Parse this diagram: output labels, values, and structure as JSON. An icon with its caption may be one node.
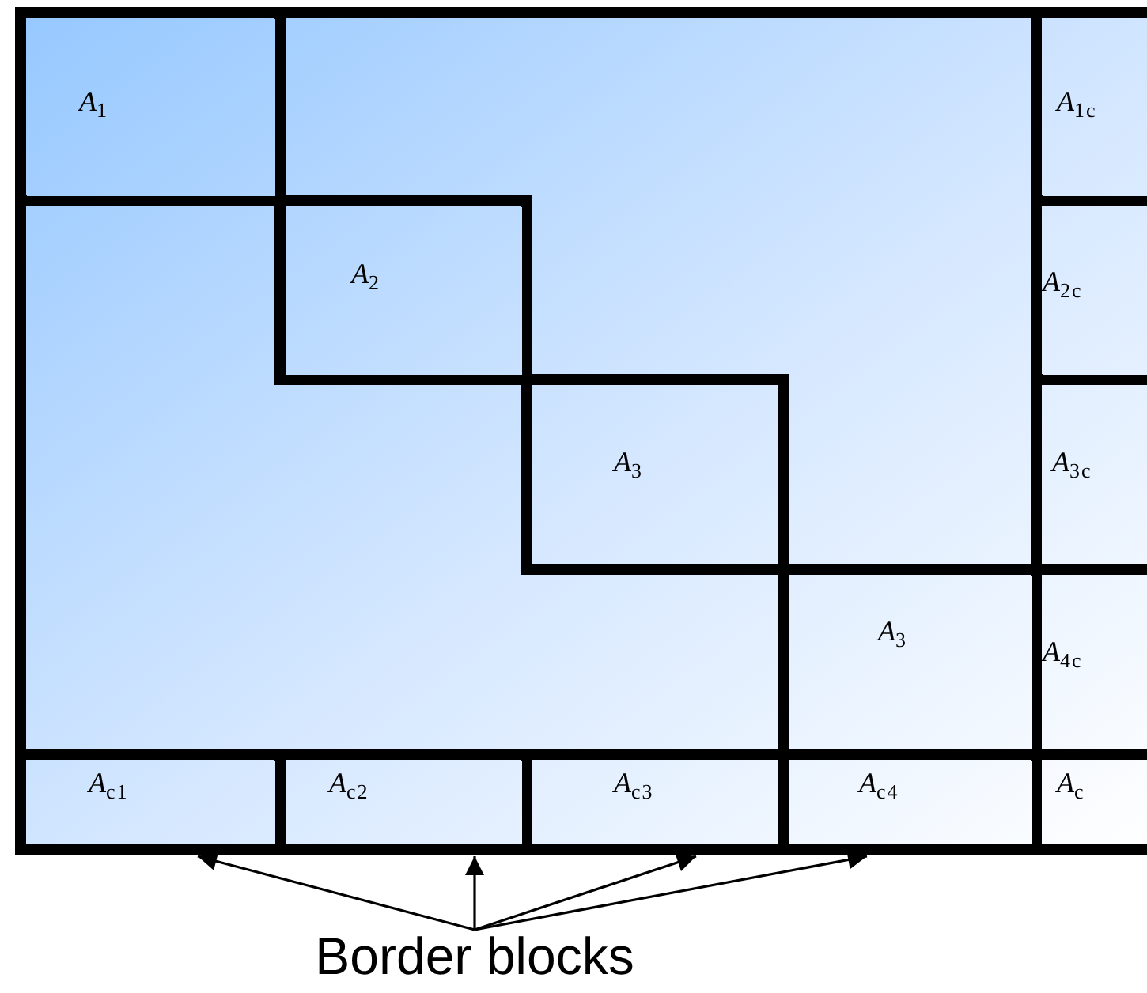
{
  "diagram": {
    "nodes": [
      {
        "text": [
          "A$_{1}$"
        ]
      },
      {
        "text": [
          "A$_{1c}$"
        ]
      },
      {
        "text": [
          "A$_{2}$"
        ]
      },
      {
        "text": [
          "A$_{2c}$"
        ]
      },
      {
        "text": [
          "A$_{3}$"
        ]
      },
      {
        "text": [
          "A$_{3c}$"
        ]
      },
      {
        "text": [
          "A$_{3}$"
        ]
      },
      {
        "text": [
          "A$_{4c}$"
        ]
      },
      {
        "text": [
          "A$_{c1}$"
        ]
      },
      {
        "text": [
          "A$_{c2}$"
        ]
      },
      {
        "text": [
          "A$_{c3}$"
        ]
      },
      {
        "text": [
          "A$_{c4}$"
        ]
      },
      {
        "text": [
          "A$_{c}$"
        ]
      },
      {
        "text": [
          "Border blocks"
        ]
      }
    ],
    "edges": [
      {
        "from": 13,
        "to": 8,
        "arrow": "to"
      },
      {
        "from": 13,
        "to": 9,
        "arrow": "to"
      },
      {
        "from": 13,
        "to": 10,
        "arrow": "to"
      },
      {
        "from": 13,
        "to": 11,
        "arrow": "to"
      }
    ]
  }
}
